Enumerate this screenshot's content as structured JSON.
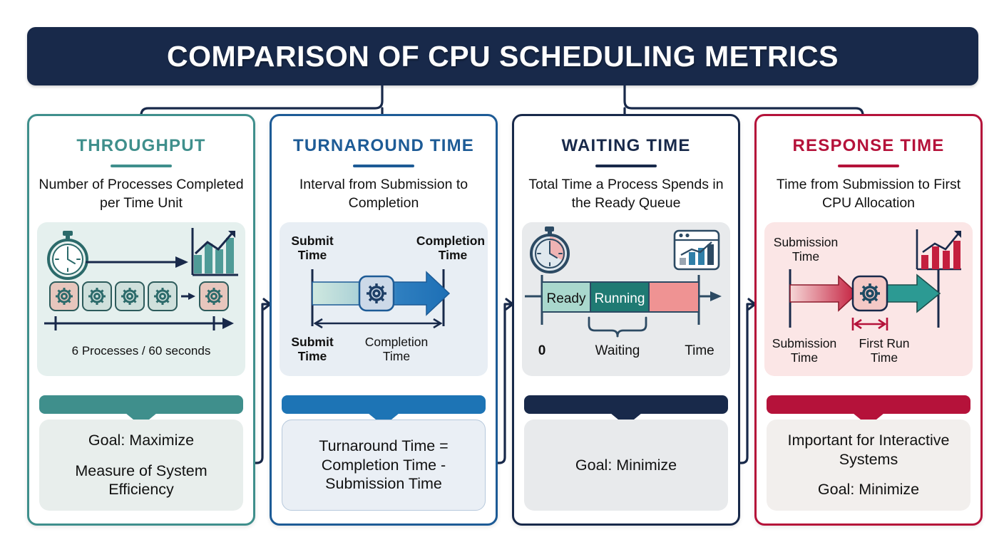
{
  "header": {
    "title": "COMPARISON OF CPU SCHEDULING METRICS"
  },
  "colors": {
    "title_bar": "#18294a",
    "throughput": "#3f8f8c",
    "turnaround": "#1d5b96",
    "waiting": "#18294a",
    "response": "#b5123a"
  },
  "cards": [
    {
      "id": "throughput",
      "title": "THROUGHPUT",
      "description": "Number of Processes Completed per Time Unit",
      "illustration": {
        "name": "stopwatch-processes-timeline",
        "caption": "6 Processes / 60 seconds",
        "process_count": 5,
        "icons": [
          "stopwatch-icon",
          "bar-chart-trend-icon",
          "gear-icon",
          "arrow-right-icon"
        ]
      },
      "footer": [
        "Goal: Maximize",
        "Measure of System Efficiency"
      ]
    },
    {
      "id": "turnaround",
      "title": "TURNAROUND TIME",
      "description": "Interval from Submission to Completion",
      "illustration": {
        "name": "submit-to-completion-arrow",
        "top_left_label": "Submit Time",
        "top_right_label": "Completion Time",
        "bottom_left_label": "Submit Time",
        "bottom_right_label": "Completion Time",
        "icons": [
          "gear-icon",
          "arrow-right-icon",
          "measure-arrow-icon"
        ]
      },
      "footer": [
        "Turnaround Time = Completion Time - Submission Time"
      ]
    },
    {
      "id": "waiting",
      "title": "WAITING TIME",
      "description": "Total Time a Process Spends in the Ready Queue",
      "illustration": {
        "name": "ready-running-gantt",
        "segments": [
          "Ready",
          "Running"
        ],
        "axis_start_label": "0",
        "brace_label": "Waiting",
        "axis_end_label": "Time",
        "icons": [
          "stopwatch-icon",
          "chart-window-icon",
          "arrow-right-icon",
          "brace-icon"
        ]
      },
      "footer": [
        "Goal: Minimize"
      ]
    },
    {
      "id": "response",
      "title": "RESPONSE TIME",
      "description": "Time from Submission to First CPU Allocation",
      "illustration": {
        "name": "submission-to-first-run-arrow",
        "top_left_label": "Submission Time",
        "bottom_left_label": "Submission Time",
        "bottom_right_label": "First Run Time",
        "icons": [
          "gear-icon",
          "bar-chart-trend-icon",
          "arrow-right-icon",
          "double-arrow-measure-icon"
        ]
      },
      "footer": [
        "Important for Interactive Systems",
        "Goal: Minimize"
      ]
    }
  ]
}
